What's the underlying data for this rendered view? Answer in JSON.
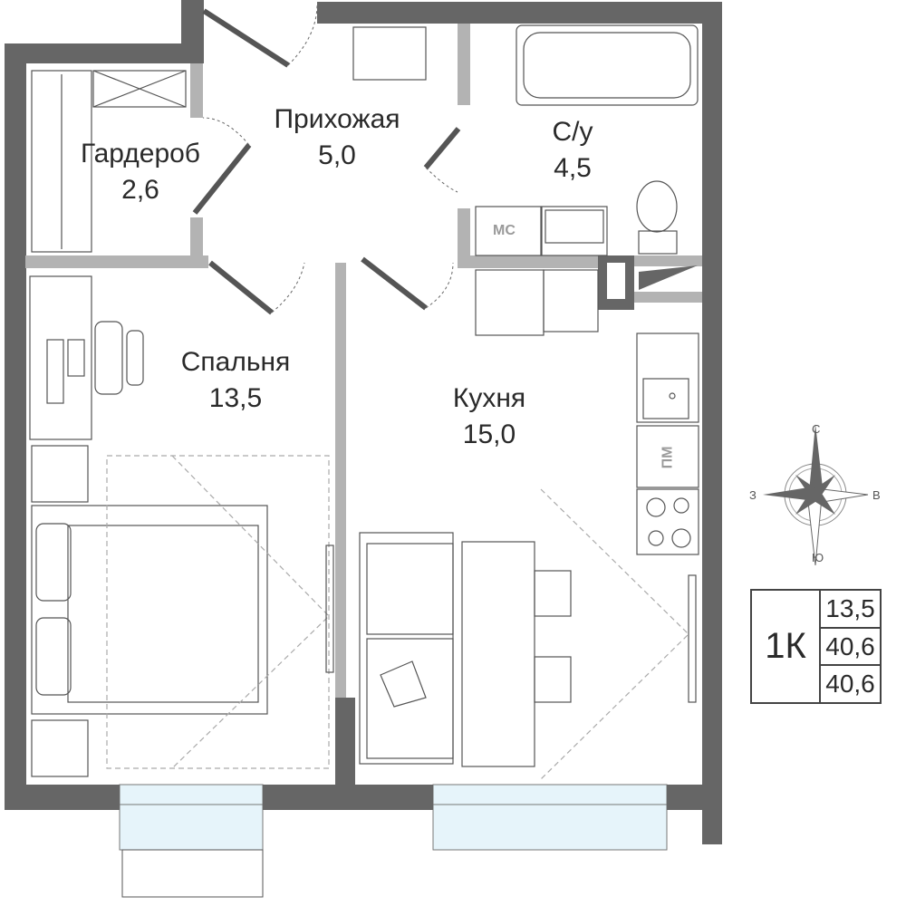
{
  "rooms": [
    {
      "name": "Гардероб",
      "area": "2,6"
    },
    {
      "name": "Прихожая",
      "area": "5,0"
    },
    {
      "name": "С/у",
      "area": "4,5"
    },
    {
      "name": "Спальня",
      "area": "13,5"
    },
    {
      "name": "Кухня",
      "area": "15,0"
    }
  ],
  "appliances": {
    "microwave": "МС",
    "dishwasher": "ПМ"
  },
  "compass": {
    "north": "С",
    "south": "Ю",
    "east": "В",
    "west": "З"
  },
  "summary": {
    "type": "1К",
    "living_area": "13,5",
    "total_area": "40,6",
    "total_area_with_balcony": "40,6"
  },
  "colors": {
    "outer_wall": "#666666",
    "inner_wall": "#b3b3b3",
    "window": "#e6f4fa",
    "line": "#555555"
  }
}
